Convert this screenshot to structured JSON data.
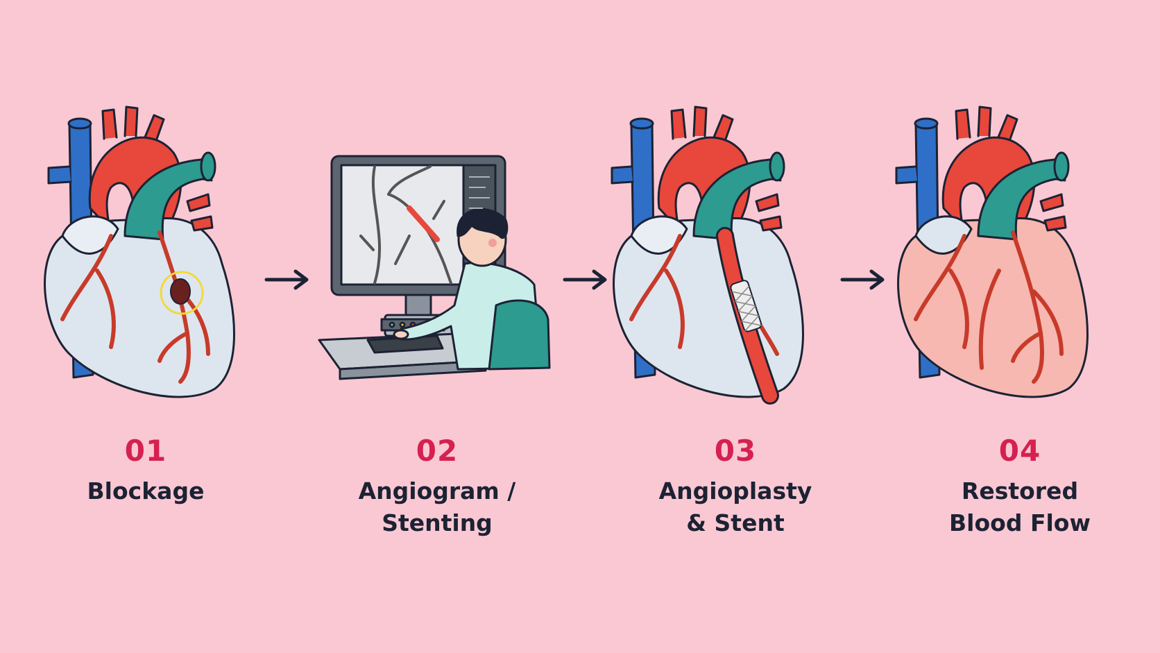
{
  "steps": [
    {
      "number": "01",
      "line1": "Blockage",
      "line2": ""
    },
    {
      "number": "02",
      "line1": "Angiogram /",
      "line2": "Stenting"
    },
    {
      "number": "03",
      "line1": "Angioplasty",
      "line2": "& Stent"
    },
    {
      "number": "04",
      "line1": "Restored",
      "line2": "Blood Flow"
    }
  ],
  "colors": {
    "background": "#f9c8d3",
    "number": "#d6204f",
    "label": "#1c2233",
    "aorta": "#e8473c",
    "pulmonary": "#2d9b8f",
    "vena_cava": "#2f6fc7",
    "heart_unhealthy": "#dde6ef",
    "heart_healthy": "#f6b8b0",
    "artery": "#c83a2a",
    "highlight": "#f2d93b"
  },
  "icons": [
    "heart-blockage-icon",
    "angiogram-workstation-icon",
    "heart-stent-icon",
    "heart-healthy-icon",
    "arrow-right-icon"
  ]
}
